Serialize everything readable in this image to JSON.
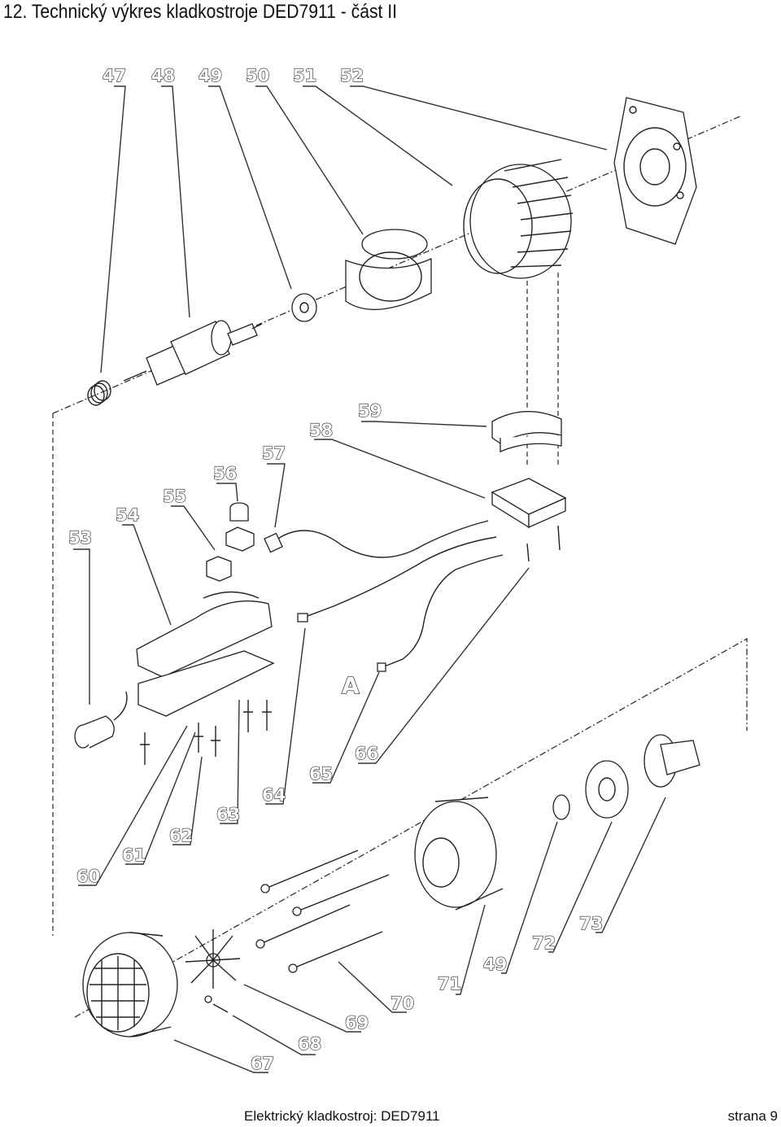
{
  "header": {
    "title": "12. Technický výkres kladkostroje DED7911 - část II"
  },
  "footer": {
    "document": "Elektrický kladkostroj: DED7911",
    "page": "strana 9"
  },
  "diagram": {
    "section_marker": "A",
    "part_labels": [
      "47",
      "48",
      "49",
      "50",
      "51",
      "52",
      "53",
      "54",
      "55",
      "56",
      "57",
      "58",
      "59",
      "60",
      "61",
      "62",
      "63",
      "64",
      "65",
      "66",
      "67",
      "68",
      "69",
      "70",
      "71",
      "49",
      "72",
      "73"
    ]
  }
}
